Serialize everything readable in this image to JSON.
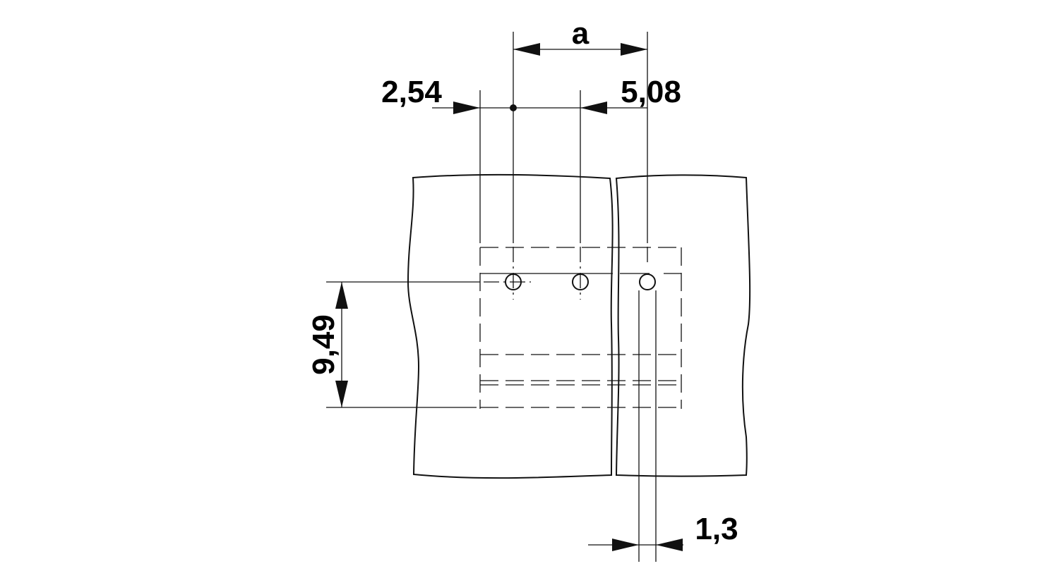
{
  "dimensions": {
    "pitch_label": "a",
    "offset_left": "2,54",
    "offset_right": "5,08",
    "row_distance": "9,49",
    "hole_diameter": "1,3"
  },
  "colors": {
    "line": "#111111",
    "background": "#ffffff"
  }
}
